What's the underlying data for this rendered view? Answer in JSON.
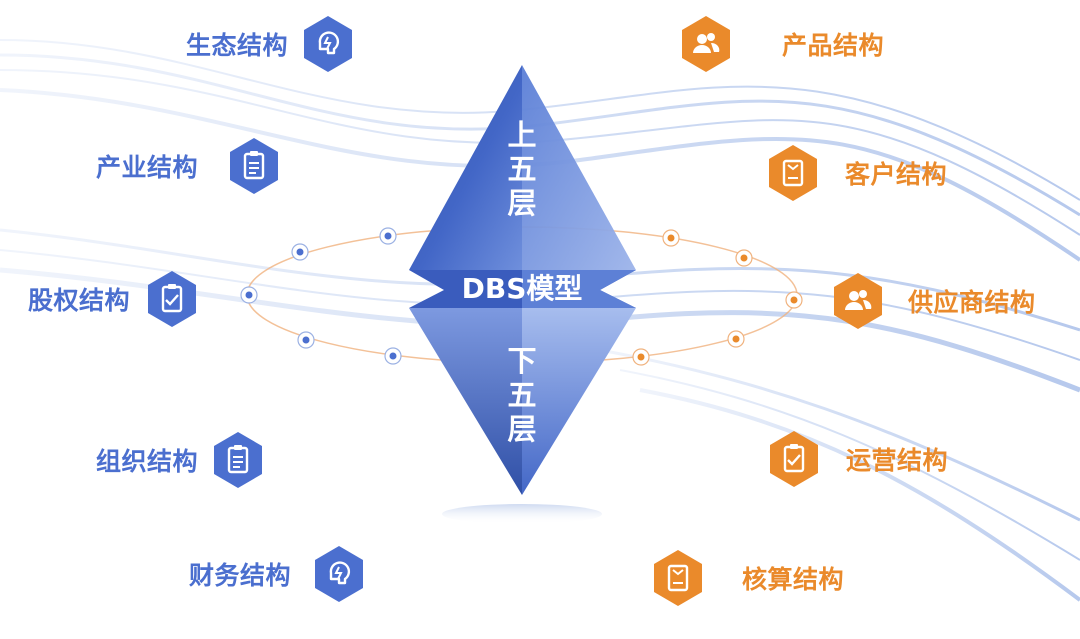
{
  "center": {
    "title": "DBS模型",
    "upper_label": "上五层",
    "lower_label": "下五层"
  },
  "left_items": [
    {
      "label": "生态结构",
      "icon": "lightbulb-head-icon"
    },
    {
      "label": "产业结构",
      "icon": "clipboard-list-icon"
    },
    {
      "label": "股权结构",
      "icon": "clipboard-check-icon"
    },
    {
      "label": "组织结构",
      "icon": "clipboard-list-icon"
    },
    {
      "label": "财务结构",
      "icon": "lightbulb-head-icon"
    }
  ],
  "right_items": [
    {
      "label": "产品结构",
      "icon": "users-icon"
    },
    {
      "label": "客户结构",
      "icon": "clipboard-icon"
    },
    {
      "label": "供应商结构",
      "icon": "users-icon"
    },
    {
      "label": "运营结构",
      "icon": "clipboard-check-icon"
    },
    {
      "label": "核算结构",
      "icon": "clipboard-icon"
    }
  ],
  "colors": {
    "blue": "#4b6fcf",
    "blue_dark": "#3d5db8",
    "orange": "#ea8a2b",
    "orange_dark": "#d9781c"
  }
}
